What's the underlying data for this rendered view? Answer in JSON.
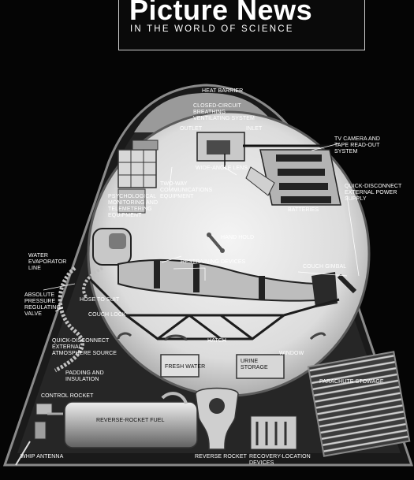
{
  "header": {
    "title": "Picture News",
    "subtitle": "IN THE WORLD OF SCIENCE"
  },
  "labels": {
    "heat_barrier": "HEAT BARRIER",
    "breathing": "CLOSED-CIRCUIT\nBREATHING\nVENTILATING SYSTEM",
    "outlet": "OUTLET",
    "inlet": "INLET",
    "tv_camera": "TV CAMERA AND\nTAPE READ-OUT\nSYSTEM",
    "wide_angle_lens": "WIDE-ANGLE LENS",
    "two_way": "TWO-WAY\nCOMMUNICATIONS\nEQUIPMENT",
    "psych": "PSYCHOLOGICAL\nMONITORING AND\nTELEMETERING\nEQUIPMENT",
    "quick_power": "QUICK-DISCONNECT\nEXTERNAL POWER\nSUPPLY",
    "batteries": "BATTERIES",
    "hand_hold": "HAND HOLD",
    "water_evap": "WATER\nEVAPORATOR\nLINE",
    "restraining": "RESTRAINING DEVICES",
    "couch_gimbal": "COUCH GIMBAL",
    "abs_pressure": "ABSOLUTE\nPRESSURE\nREGULATING\nVALVE",
    "hose_to_suit": "HOSE TO SUIT",
    "couch_lock": "COUCH LOCK",
    "quick_atmo": "QUICK-DISCONNECT\nEXTERNAL\nATMOSPHERE SOURCE",
    "hatch": "HATCH",
    "window": "WINDOW",
    "fresh_water": "FRESH WATER",
    "urine": "URINE\nSTORAGE",
    "padding": "PADDING AND\nINSULATION",
    "parachute": "PARACHUTE STOWAGE",
    "control_rocket": "CONTROL ROCKET",
    "reverse_fuel": "REVERSE-ROCKET FUEL",
    "whip_antenna": "WHIP ANTENNA",
    "reverse_rocket": "REVERSE ROCKET",
    "recovery": "RECOVERY-LOCATION\nDEVICES"
  }
}
